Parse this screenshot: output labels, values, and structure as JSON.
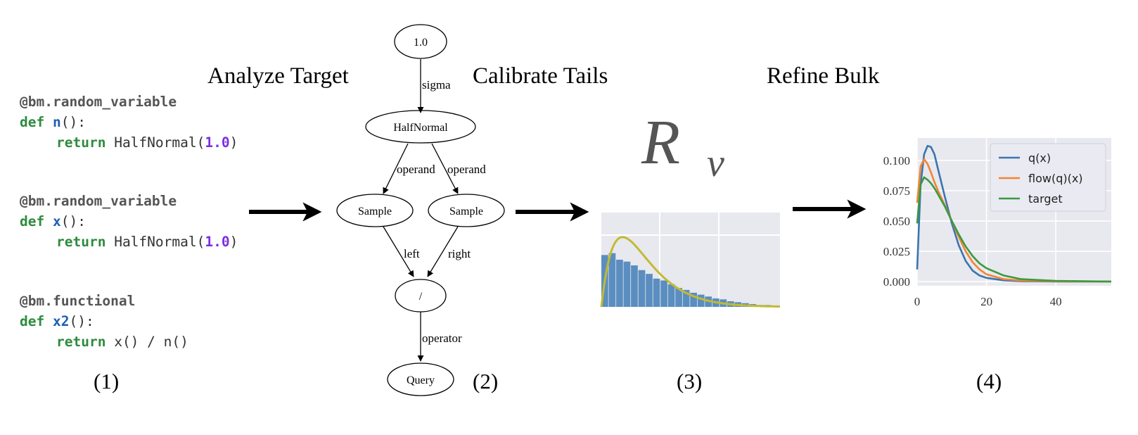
{
  "headings": {
    "analyze": "Analyze Target",
    "calibrate": "Calibrate Tails",
    "refine": "Refine Bulk"
  },
  "panel_labels": [
    "(1)",
    "(2)",
    "(3)",
    "(4)"
  ],
  "code": {
    "blocks": [
      {
        "decorator": "@bm.random_variable",
        "def": "def",
        "name": "n",
        "paren": "():",
        "ret": "return",
        "call": "HalfNormal(",
        "arg": "1.0",
        "close": ")"
      },
      {
        "decorator": "@bm.random_variable",
        "def": "def",
        "name": "x",
        "paren": "():",
        "ret": "return",
        "call": "HalfNormal(",
        "arg": "1.0",
        "close": ")"
      },
      {
        "decorator": "@bm.functional",
        "def": "def",
        "name": "x2",
        "paren": "():",
        "ret": "return",
        "call": "x() / n()",
        "arg": "",
        "close": ""
      }
    ],
    "colors": {
      "decorator": "#555555",
      "keyword": "#2e8b3d",
      "name": "#1f5fb4",
      "number": "#7b2fe0",
      "text": "#333333"
    }
  },
  "graph": {
    "nodes": {
      "const": "1.0",
      "halfnormal": "HalfNormal",
      "sample_left": "Sample",
      "sample_right": "Sample",
      "divide": "/",
      "query": "Query"
    },
    "edges": {
      "sigma": "sigma",
      "operand_left": "operand",
      "operand_right": "operand",
      "left": "left",
      "right": "right",
      "operator": "operator"
    }
  },
  "symbol": {
    "main": "R",
    "sub": "ν"
  },
  "histogram": {
    "bar_heights": [
      0.55,
      0.57,
      0.5,
      0.48,
      0.44,
      0.39,
      0.35,
      0.3,
      0.28,
      0.24,
      0.2,
      0.18,
      0.15,
      0.13,
      0.11,
      0.09,
      0.08,
      0.06,
      0.05,
      0.04,
      0.03,
      0.02,
      0.02
    ],
    "bar_color": "#5b8ec0",
    "curve_color": "#c2bb30",
    "background": "#e8e8ef"
  },
  "chart_data": {
    "type": "line",
    "title": "",
    "xlabel": "",
    "ylabel": "",
    "xlim": [
      0,
      56
    ],
    "ylim": [
      0,
      0.115
    ],
    "xticks": [
      "0",
      "20",
      "40"
    ],
    "yticks": [
      "0.000",
      "0.025",
      "0.050",
      "0.075",
      "0.100"
    ],
    "legend_position": "top-right",
    "x": [
      0,
      1,
      2,
      3,
      4,
      5,
      6,
      8,
      10,
      12,
      14,
      16,
      18,
      20,
      25,
      30,
      40,
      56
    ],
    "series": [
      {
        "name": "q(x)",
        "color": "#3a75b0",
        "values": [
          0.01,
          0.08,
          0.105,
          0.112,
          0.111,
          0.105,
          0.093,
          0.07,
          0.048,
          0.03,
          0.017,
          0.009,
          0.005,
          0.003,
          0.001,
          0.0003,
          0.0,
          0.0
        ]
      },
      {
        "name": "flow(q)(x)",
        "color": "#f28533",
        "values": [
          0.065,
          0.095,
          0.101,
          0.097,
          0.09,
          0.082,
          0.075,
          0.063,
          0.05,
          0.037,
          0.025,
          0.016,
          0.01,
          0.006,
          0.002,
          0.0008,
          0.0002,
          0.0
        ]
      },
      {
        "name": "target",
        "color": "#3a9a3f",
        "values": [
          0.048,
          0.08,
          0.086,
          0.084,
          0.081,
          0.077,
          0.072,
          0.062,
          0.05,
          0.039,
          0.029,
          0.021,
          0.015,
          0.011,
          0.005,
          0.002,
          0.0005,
          0.0
        ]
      }
    ],
    "grid": true
  }
}
